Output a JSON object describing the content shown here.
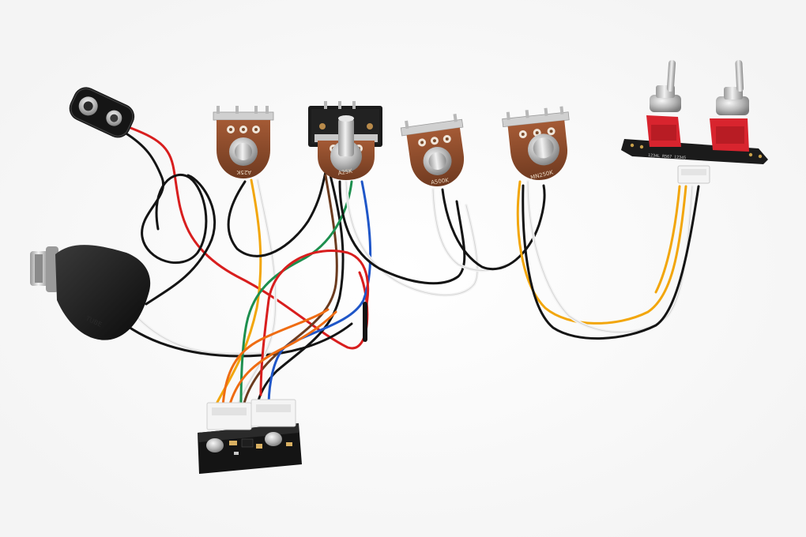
{
  "scene": {
    "background": "#ffffff",
    "subject": "bass guitar active preamp wiring harness"
  },
  "components": {
    "pot1_label": "A25K",
    "pot2_label": "A25K",
    "pot3_label": "A500K",
    "pot4_label": "MN250K",
    "jack_sleeve_text": "TUBE",
    "switch_board_text": "1234L  R567  12345"
  },
  "colors": {
    "red": "#d81e1e",
    "black": "#141414",
    "white": "#f2f2f2",
    "yellow": "#f2a60c",
    "orange": "#ef6c12",
    "green": "#1d8f4e",
    "blue": "#1f56c8",
    "brown": "#6b3b1f",
    "pot_body": "#8b4a2b",
    "shaft_metal": "#c8c8c8",
    "switch_red": "#d8242e",
    "pcb_black": "#1b1b1b"
  }
}
